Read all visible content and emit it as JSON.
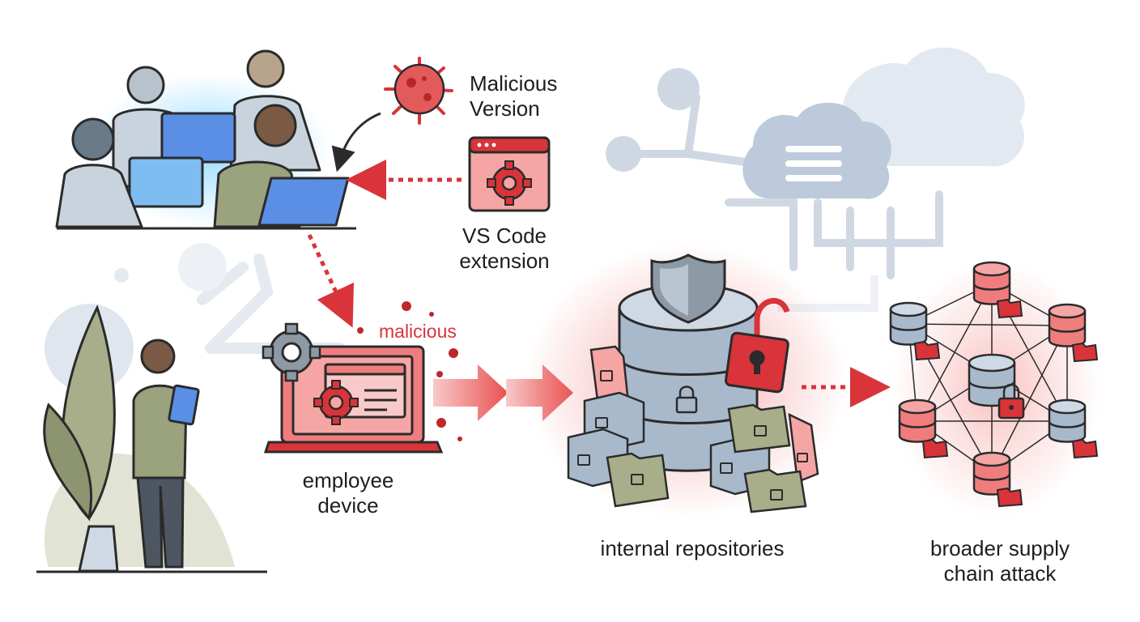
{
  "labels": {
    "malicious_version": [
      "Malicious",
      "Version"
    ],
    "vscode_extension": [
      "VS Code",
      "extension"
    ],
    "malicious": "malicious",
    "employee_device": [
      "employee",
      "device"
    ],
    "internal_repositories": "internal repositories",
    "broader_supply_chain": [
      "broader supply",
      "chain attack"
    ]
  },
  "colors": {
    "threat": "#d8343a",
    "threat_fill": "#f4a9a9",
    "outline": "#2b2b2b",
    "steel": "#a9b9cc",
    "steel_light": "#cfd9e5",
    "folder": "#a8ad8a",
    "screen_blue": "#5b8fe6"
  },
  "icons": [
    "virus-icon",
    "gear-icon",
    "shield-icon",
    "padlock-icon",
    "open-padlock-icon",
    "folder-icon",
    "database-icon",
    "cloud-icon",
    "laptop-icon",
    "tablet-icon",
    "plant-icon"
  ]
}
